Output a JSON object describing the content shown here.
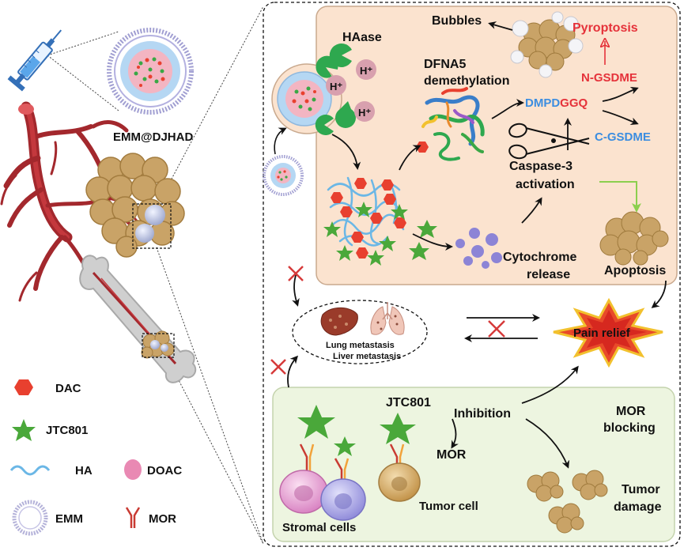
{
  "labels": {
    "nanoparticle": "EMM@DJHAD",
    "bubbles": "Bubbles",
    "haase": "HAase",
    "hplus": "H⁺",
    "dfna5_line1": "DFNA5",
    "dfna5_line2": "demethylation",
    "dmpd": "DMPD",
    "ggq": "GGQ",
    "pyroptosis": "Pyroptosis",
    "n_gsdme": "N-GSDME",
    "c_gsdme": "C-GSDME",
    "caspase_line1": "Caspase-3",
    "caspase_line2": "activation",
    "cytochrome_line1": "Cytochrome",
    "cytochrome_line2": "release",
    "apoptosis": "Apoptosis",
    "lung_metastasis": "Lung metastasis",
    "liver_metastasis": "Liver metastasis",
    "pain_relief": "Pain relief",
    "jtc801": "JTC801",
    "inhibition": "Inhibition",
    "mor": "MOR",
    "mor_blocking_line1": "MOR",
    "mor_blocking_line2": "blocking",
    "tumor_cell": "Tumor cell",
    "stromal_cells": "Stromal cells",
    "tumor_damage_line1": "Tumor",
    "tumor_damage_line2": "damage"
  },
  "legend": [
    {
      "id": "dac",
      "label": "DAC",
      "icon": "red-hexagon-icon"
    },
    {
      "id": "jtc801",
      "label": "JTC801",
      "icon": "green-star-icon"
    },
    {
      "id": "ha",
      "label": "HA",
      "icon": "blue-wave-icon"
    },
    {
      "id": "doac",
      "label": "DOAC",
      "icon": "pink-oval-icon"
    },
    {
      "id": "emm",
      "label": "EMM",
      "icon": "lipid-ring-icon"
    },
    {
      "id": "mor",
      "label": "MOR",
      "icon": "red-y-receptor-icon"
    }
  ],
  "colors": {
    "upper_panel": "#fbe3cf",
    "lower_panel": "#edf5e0",
    "pyroptosis": "#e5323a",
    "gsdme_blue": "#3b8de0",
    "vessel": "#a3282d",
    "tumor": "#c9a367",
    "hexagon": "#e8402f",
    "star": "#4aa83a",
    "haase": "#2ea84f",
    "green_arrow": "#8ccf4e"
  }
}
